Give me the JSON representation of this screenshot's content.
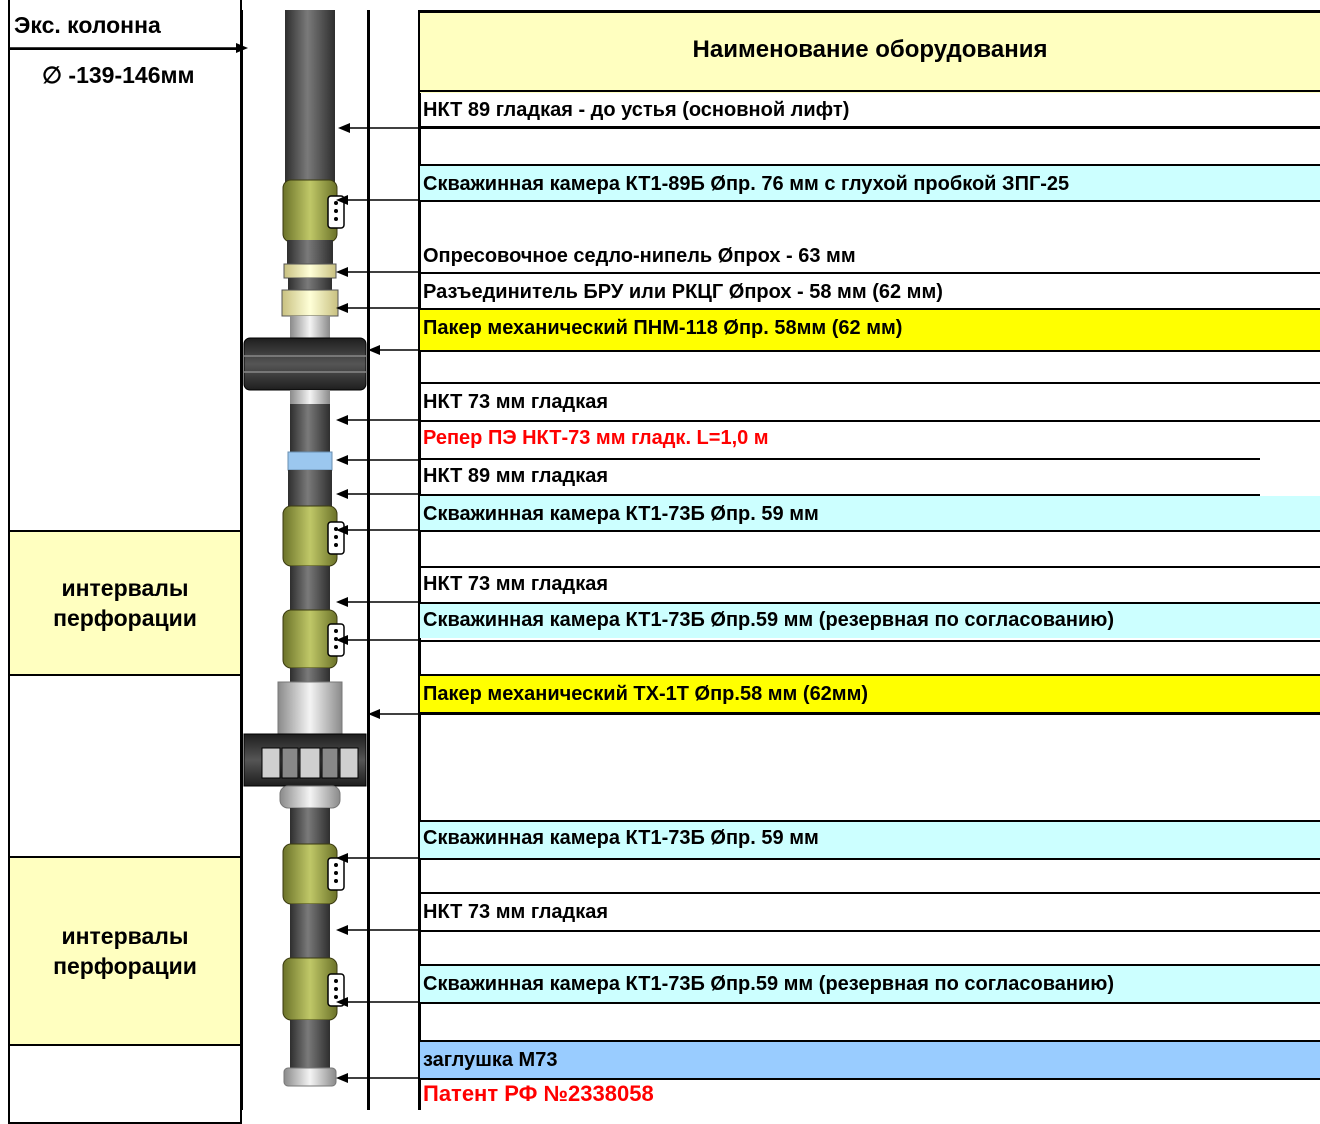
{
  "casing": {
    "title": "Экс. колонна",
    "diameter": "∅ -139-146мм"
  },
  "perforation": {
    "label1": "интервалы",
    "label2": "перфорации"
  },
  "table": {
    "header": "Наименование оборудования"
  },
  "items": [
    {
      "text": "НКТ 89 гладкая - до устья (основной лифт)",
      "color": "#000000"
    },
    {
      "text": "Скважинная камера КТ1-89Б Øпр. 76 мм с глухой пробкой ЗПГ-25",
      "color": "#000000"
    },
    {
      "text": "Опресовочное седло-нипель Øпрох - 63 мм",
      "color": "#000000"
    },
    {
      "text": "Разъединитель БРУ или РКЦГ Øпрох - 58 мм (62 мм)",
      "color": "#000000"
    },
    {
      "text": "Пакер механический ПНМ-118  Øпр. 58мм (62 мм)",
      "color": "#000000"
    },
    {
      "text": "НКТ 73 мм гладкая",
      "color": "#000000"
    },
    {
      "text": "Репер ПЭ НКТ-73 мм гладк. L=1,0 м",
      "color": "#ff0000"
    },
    {
      "text": "НКТ 89 мм гладкая",
      "color": "#000000"
    },
    {
      "text": "Скважинная камера КТ1-73Б Øпр. 59 мм",
      "color": "#000000"
    },
    {
      "text": "НКТ 73 мм гладкая",
      "color": "#000000"
    },
    {
      "text": "Скважинная камера КТ1-73Б Øпр.59 мм (резервная по согласованию)",
      "color": "#000000"
    },
    {
      "text": "Пакер механический ТХ-1Т Øпр.58 мм (62мм)",
      "color": "#000000"
    },
    {
      "text": "Скважинная камера КТ1-73Б Øпр. 59 мм",
      "color": "#000000"
    },
    {
      "text": "НКТ 73 мм гладкая",
      "color": "#000000"
    },
    {
      "text": "Скважинная камера КТ1-73Б Øпр.59 мм (резервная по согласованию)",
      "color": "#000000"
    },
    {
      "text": "заглушка М73",
      "color": "#000000"
    }
  ],
  "patent": "Патент РФ №2338058",
  "colors": {
    "header_bg": "#ffffc0",
    "camera_row_bg": "#ccffff",
    "packer_row_bg": "#ffff00",
    "plug_row_bg": "#99ccff",
    "tubing": "#555555",
    "camera_body": "#a8b048",
    "packer_rubber": "#333333",
    "marker": "#9bc7ef",
    "patent": "#ff0000"
  }
}
